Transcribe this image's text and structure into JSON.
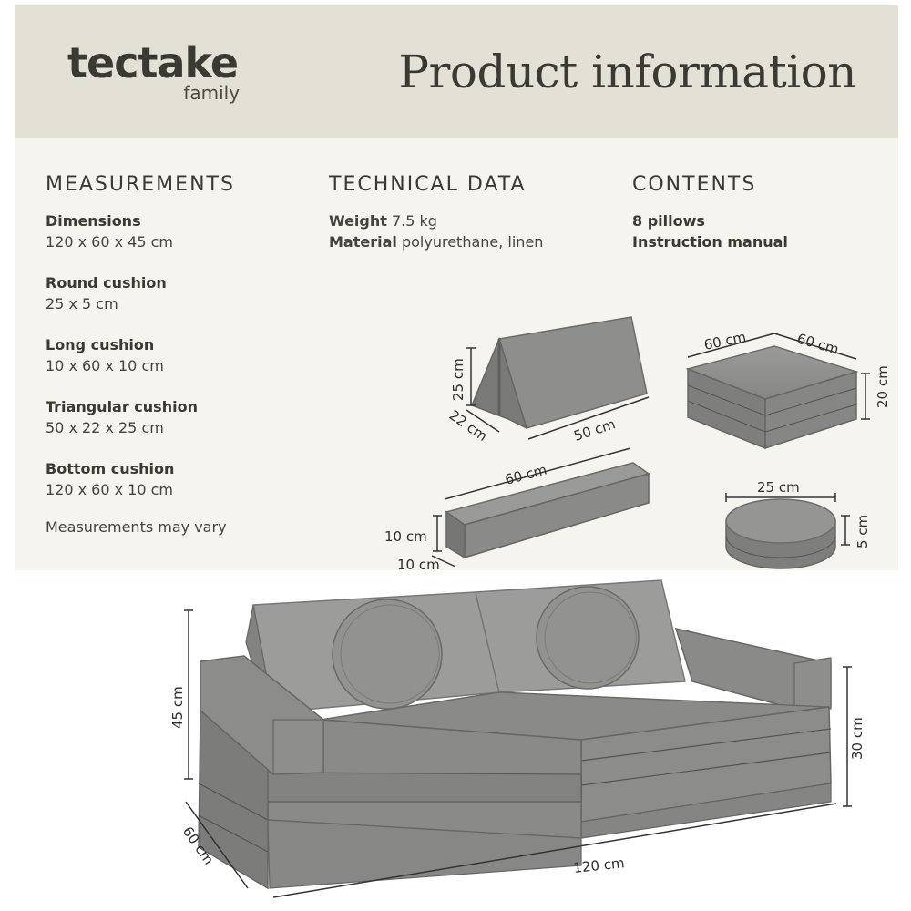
{
  "brand": {
    "name": "tectake",
    "sub": "family"
  },
  "header": {
    "title": "Product information"
  },
  "measurements": {
    "heading": "MEASUREMENTS",
    "items": [
      {
        "label": "Dimensions",
        "value": "120 x 60 x 45 cm"
      },
      {
        "label": "Round cushion",
        "value": "25 x 5 cm"
      },
      {
        "label": "Long cushion",
        "value": "10 x 60 x 10 cm"
      },
      {
        "label": "Triangular cushion",
        "value": "50 x 22 x 25 cm"
      },
      {
        "label": "Bottom cushion",
        "value": "120 x 60 x 10 cm"
      }
    ],
    "note": "Measurements may vary"
  },
  "technical": {
    "heading": "TECHNICAL DATA",
    "weight_label": "Weight",
    "weight_value": "7.5 kg",
    "material_label": "Material",
    "material_value": "polyurethane, linen"
  },
  "contents": {
    "heading": "CONTENTS",
    "items": [
      "8 pillows",
      "Instruction manual"
    ]
  },
  "dimensions": {
    "triangle": {
      "height": "25 cm",
      "depth": "22 cm",
      "width": "50 cm"
    },
    "square": {
      "width": "60 cm",
      "depth": "60 cm",
      "height": "20 cm"
    },
    "long": {
      "length": "60 cm",
      "height": "10 cm",
      "depth": "10 cm"
    },
    "round": {
      "diameter": "25 cm",
      "height": "5 cm"
    },
    "sofa": {
      "height": "45 cm",
      "depth": "60 cm",
      "width": "120 cm",
      "seat_height": "30 cm"
    }
  },
  "colors": {
    "header_bg": "#e3e1d6",
    "panel_bg": "#f5f4ef",
    "cushion": "#8c8c8a",
    "text": "#3a3a33"
  }
}
